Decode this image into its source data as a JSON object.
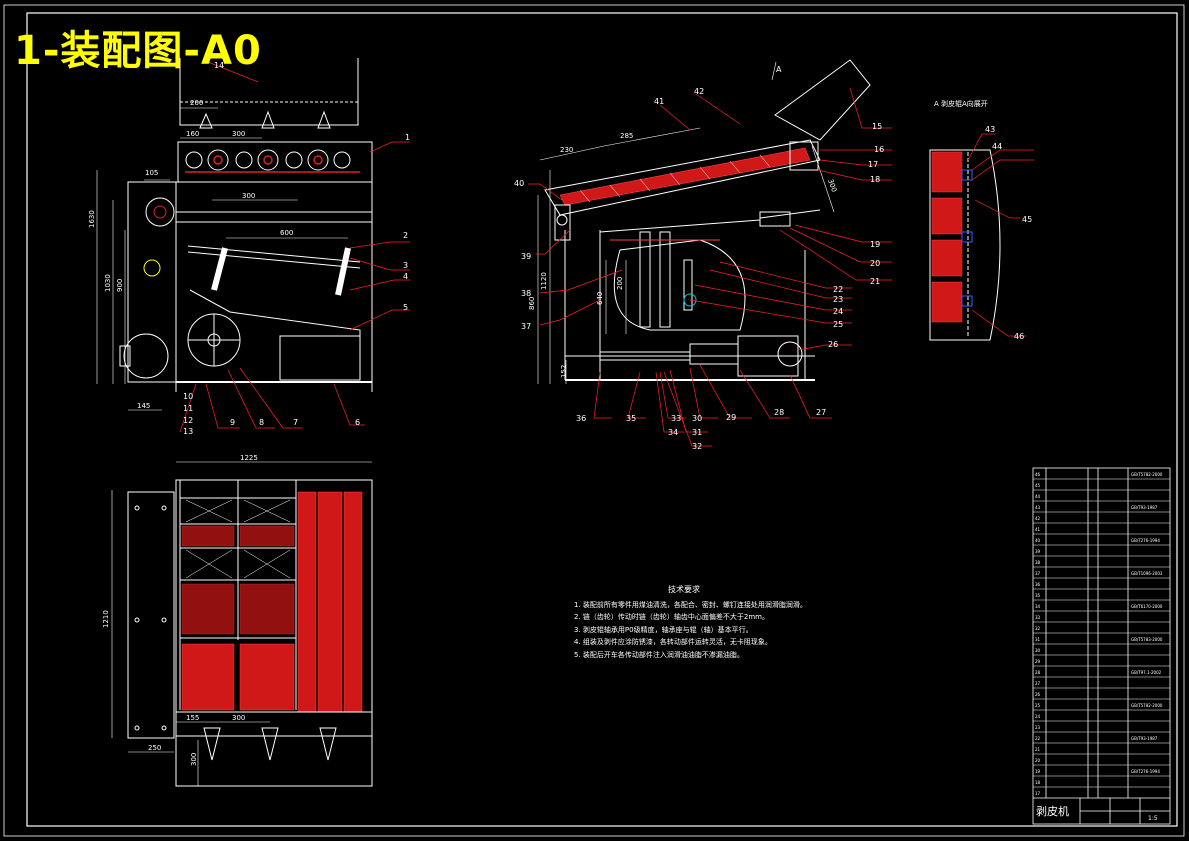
{
  "title_banner": "1-装配图-A0",
  "colors": {
    "outline": "#ffffff",
    "leader": "#ff2020",
    "section_red": "#e02020",
    "title": "#ffff00",
    "accent_blue": "#3060ff",
    "accent_cyan": "#00c0e0"
  },
  "view_a_label": "A 剥皮辊A向展开",
  "a_arrow_label": "A",
  "tech_requirements": {
    "heading": "技术要求",
    "items": [
      "1. 装配前所有零件用煤油清洗，各配合、密封、螺钉连接处用润滑脂润滑。",
      "2. 链（齿轮）传动时链（齿轮）轴齿中心面偏差不大于2mm。",
      "3. 剥皮辊轴承用P0级精度，轴承座与辊（轴）基本平行。",
      "4. 组装及剥件应涂防锈漆，各转动部件运转灵活，无卡阻现象。",
      "5. 装配后开车各传动部件注入润滑油油脂不渗漏油脂。"
    ]
  },
  "front_view_dims": [
    "200",
    "160",
    "300",
    "300",
    "600",
    "105",
    "1630",
    "1030",
    "900",
    "145"
  ],
  "front_view_parts": [
    "1",
    "2",
    "3",
    "4",
    "5",
    "6",
    "7",
    "8",
    "9",
    "10",
    "11",
    "12",
    "13",
    "14"
  ],
  "side_view_dims": [
    "230",
    "285",
    "300",
    "1120",
    "860",
    "640",
    "200",
    "152"
  ],
  "side_view_parts": [
    "15",
    "16",
    "17",
    "18",
    "19",
    "20",
    "21",
    "22",
    "23",
    "24",
    "25",
    "26",
    "27",
    "28",
    "29",
    "30",
    "31",
    "32",
    "33",
    "34",
    "35",
    "36",
    "37",
    "38",
    "39",
    "40",
    "41",
    "42"
  ],
  "detail_view_parts": [
    "43",
    "44",
    "45",
    "46"
  ],
  "top_view_dims": [
    "1225",
    "1210",
    "155",
    "300",
    "250",
    "300"
  ],
  "title_block": {
    "name": "剥皮机",
    "rows": 30,
    "ref_codes": [
      "GB/T5782-2000",
      "GB/T93-1987",
      "GB/T276-1994",
      "GB/T1096-2003",
      "GB/T6170-2000",
      "GB/T5783-2000",
      "GB/T97.1-2002"
    ],
    "scale": "1:5"
  }
}
